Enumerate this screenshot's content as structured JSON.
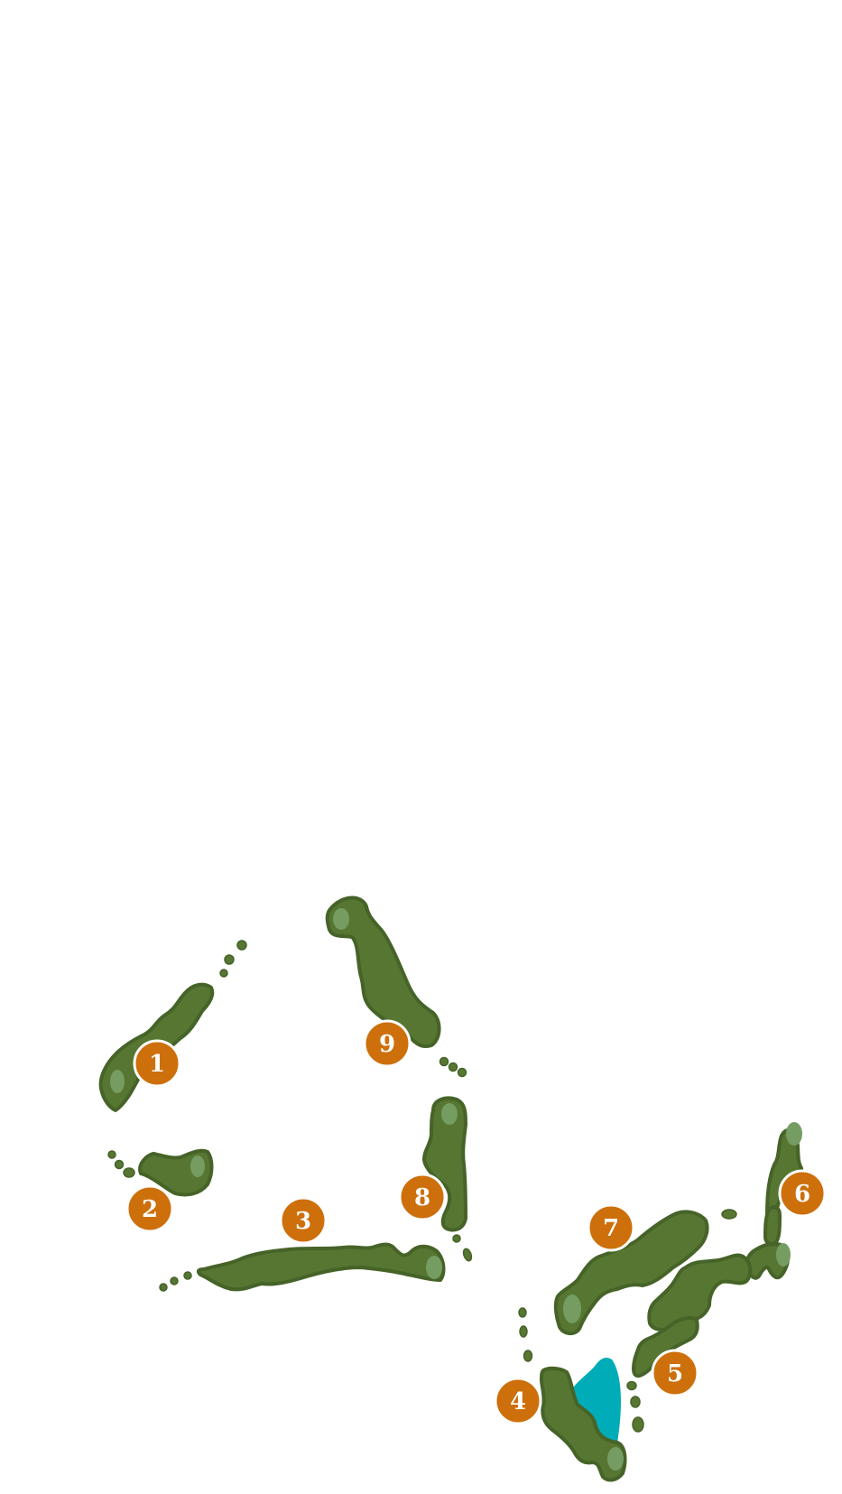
{
  "map": {
    "type": "golf-course-layout",
    "background_color": "#ffffff",
    "colors": {
      "fairway": "#567632",
      "fairway_outline": "#466328",
      "green": "#759d62",
      "water": "#00acb7",
      "marker": "#cd6f0b",
      "marker_text": "#ffffff"
    },
    "holes": [
      {
        "number": "1",
        "label": "1"
      },
      {
        "number": "2",
        "label": "2"
      },
      {
        "number": "3",
        "label": "3"
      },
      {
        "number": "4",
        "label": "4"
      },
      {
        "number": "5",
        "label": "5"
      },
      {
        "number": "6",
        "label": "6"
      },
      {
        "number": "7",
        "label": "7"
      },
      {
        "number": "8",
        "label": "8"
      },
      {
        "number": "9",
        "label": "9"
      }
    ]
  }
}
